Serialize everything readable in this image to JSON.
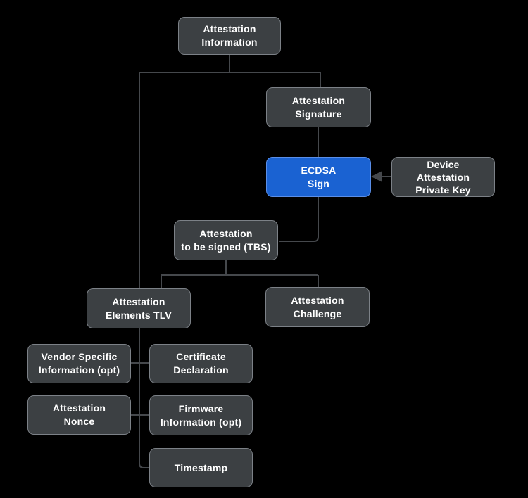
{
  "diagram": {
    "title": "Device Attestation diagram",
    "colors": {
      "background": "#000000",
      "node_fill": "#3c4043",
      "node_border": "#7c8187",
      "highlight_fill": "#1a62d2",
      "highlight_border": "#5a8ee8",
      "text": "#ffffff",
      "connector": "#45484c"
    },
    "nodes": [
      {
        "id": "attestation-information",
        "label": "Attestation\nInformation",
        "highlighted": false
      },
      {
        "id": "attestation-signature",
        "label": "Attestation\nSignature",
        "highlighted": false
      },
      {
        "id": "ecdsa-sign",
        "label": "ECDSA\nSign",
        "highlighted": true
      },
      {
        "id": "device-key",
        "label": "Device\nAttestation\nPrivate Key",
        "highlighted": false
      },
      {
        "id": "attestation-tbs",
        "label": "Attestation\nto be signed (TBS)",
        "highlighted": false
      },
      {
        "id": "attestation-elements-tlv",
        "label": "Attestation\nElements TLV",
        "highlighted": false
      },
      {
        "id": "attestation-challenge",
        "label": "Attestation\nChallenge",
        "highlighted": false
      },
      {
        "id": "vendor-specific",
        "label": "Vendor Specific\nInformation (opt)",
        "highlighted": false
      },
      {
        "id": "certificate-declaration",
        "label": "Certificate\nDeclaration",
        "highlighted": false
      },
      {
        "id": "attestation-nonce",
        "label": "Attestation\nNonce",
        "highlighted": false
      },
      {
        "id": "firmware-information",
        "label": "Firmware\nInformation (opt)",
        "highlighted": false
      },
      {
        "id": "timestamp",
        "label": "Timestamp",
        "highlighted": false
      }
    ],
    "edges": [
      {
        "from": "attestation-information",
        "to": "attestation-signature",
        "arrow": false
      },
      {
        "from": "attestation-information",
        "to": "attestation-elements-tlv",
        "arrow": false
      },
      {
        "from": "attestation-signature",
        "to": "ecdsa-sign",
        "arrow": false
      },
      {
        "from": "device-key",
        "to": "ecdsa-sign",
        "arrow": true
      },
      {
        "from": "ecdsa-sign",
        "to": "attestation-tbs",
        "arrow": false
      },
      {
        "from": "attestation-tbs",
        "to": "attestation-elements-tlv",
        "arrow": false
      },
      {
        "from": "attestation-tbs",
        "to": "attestation-challenge",
        "arrow": false
      },
      {
        "from": "attestation-elements-tlv",
        "to": "vendor-specific",
        "arrow": false
      },
      {
        "from": "attestation-elements-tlv",
        "to": "certificate-declaration",
        "arrow": false
      },
      {
        "from": "attestation-elements-tlv",
        "to": "attestation-nonce",
        "arrow": false
      },
      {
        "from": "attestation-elements-tlv",
        "to": "firmware-information",
        "arrow": false
      },
      {
        "from": "attestation-elements-tlv",
        "to": "timestamp",
        "arrow": false
      }
    ]
  }
}
